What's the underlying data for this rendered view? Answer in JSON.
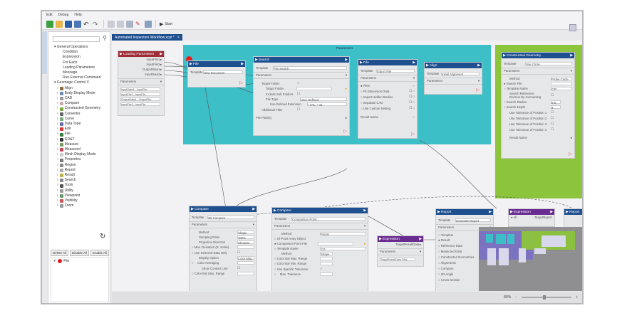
{
  "menu": [
    "Edit",
    "Debug",
    "Help"
  ],
  "toolbar": {
    "start_label": "Start"
  },
  "document_tab": {
    "title": "Automated Inspection Workflow.xcpt *",
    "close": "×"
  },
  "sidebar": {
    "search_placeholder": "",
    "groups": [
      {
        "label": "General Operations",
        "children": [
          "Condition",
          "Expression",
          "For Each",
          "Loading Parameters",
          "Message",
          "Run External Command"
        ]
      },
      {
        "label": "Geomagic Control X",
        "children": [
          "Align",
          "Body Display Mode",
          "CAD",
          "Compare",
          "Constructed Geometry",
          "Converter",
          "Curve",
          "Data Type",
          "Edit",
          "File",
          "GD&T",
          "Measure",
          "Measured",
          "Mesh Display Mode",
          "Properties",
          "Region",
          "Report",
          "Result",
          "Search",
          "Tools",
          "Utility",
          "Viewpoint",
          "Visibility",
          "Zoom"
        ]
      }
    ],
    "icon_colors": [
      "#8a6a3a",
      "#6a8ab8",
      "#999",
      "#caa",
      "#7aa83a",
      "#666",
      "#7a7",
      "#6a6aa8",
      "#d33",
      "#3a7a3a",
      "#333",
      "#7a9a5a",
      "#c45",
      "#ccc",
      "#777",
      "#888",
      "#aaa",
      "#b9b045",
      "#888",
      "#555",
      "#999",
      "#6a9a6a",
      "#c55",
      "#999"
    ]
  },
  "breakpoints": {
    "buttons": [
      "Delete All",
      "Disable All",
      "Enable All"
    ],
    "items": [
      {
        "label": "File"
      }
    ]
  },
  "nodes": {
    "loading": {
      "title": "Loading Parameters",
      "outputs": [
        "InputFile1",
        "InputFile2",
        "OutputData1",
        "InputData2"
      ],
      "section": "Parameters",
      "params": [
        "InputData1 : InputFile",
        "InputFile2 : InputFile",
        "OutputData1 : OutputFile",
        "InputFile3 : InputFile"
      ]
    },
    "teal_label": "Parameters",
    "file1": {
      "title": "File",
      "template_label": "Template",
      "template": "New Document"
    },
    "search": {
      "title": "Search",
      "template_label": "Template",
      "template": "File Search",
      "section": "Parameters",
      "rows": [
        "Target Folder",
        "Target Folder",
        "Include Sub Folders",
        "File Type",
        "Use Defined Extension",
        "Additional Filter",
        "File Path(s)"
      ],
      "file_type": "User Defined",
      "ext": "*.STL; *.stl"
    },
    "file2": {
      "title": "File",
      "template_label": "Template",
      "template": "Import File",
      "section": "Parameters",
      "rows": [
        "Files",
        "Fit Dimension Data",
        "Import Hidden Bodies",
        "Separate CAD",
        "Use Custom Setting",
        "Result Name"
      ]
    },
    "align": {
      "title": "Align",
      "template_label": "Template",
      "template": "Initial Alignment",
      "section": "Parameters"
    },
    "constructed": {
      "title": "Constructed Geometry",
      "template_label": "Template",
      "template": "Use Circle",
      "section": "Parameters",
      "rows": [
        "Method",
        "Search File",
        "Template Name",
        "Search Reference Division By Connecting",
        "Search Radius",
        "Search Depth",
        "Use Tolerance of Position 1",
        "Use Tolerance of Position 2",
        "Use Tolerance of Position 3",
        "Use Tolerance of Position 4",
        "Result Name"
      ],
      "method": "Probe Circle",
      "template_name": "CIR",
      "radius": "0.8",
      "depth": "3"
    },
    "compare1": {
      "title": "Compare",
      "template_label": "Template",
      "template": "3D Compare",
      "section": "Parameters",
      "rows": [
        "Method",
        "Sampling Ratio",
        "Projection Direction",
        "Max. Deviation (E. Scale)",
        "Use Selected Data Only",
        "Display Option",
        "Color Averaging",
        "Show Contour Line",
        "Color Bar Max. Range"
      ],
      "method": "Shape",
      "ratio": "100%",
      "direction": "Shortest",
      "display": "Color Map"
    },
    "compare2": {
      "title": "Compare",
      "template_label": "Template",
      "template": "Comparison Point",
      "section": "Parameters",
      "rows": [
        "Method",
        "Of Point Array Object",
        "Comparison Point File",
        "Template Name",
        "Method",
        "Color Bar Max. Range",
        "Color Bar Min. Range",
        "Use Specific Tolerance",
        "Max. Tolerance"
      ],
      "method": "Points",
      "template_name": "CO",
      "method2": "Shape"
    },
    "expression1": {
      "title": "Expression",
      "output": "TargetResultData",
      "section": "Parameters",
      "param": "TargetResult(Data File)"
    },
    "report": {
      "title": "Report",
      "template_label": "Template",
      "template": "Generate Report",
      "section": "Parameters",
      "rows": [
        "Template",
        "Result",
        "Reference Data",
        "Measured Data",
        "Constructed Geometries",
        "Alignments",
        "Compare",
        "2D Angle",
        "Cross Section"
      ]
    },
    "expression2": {
      "title": "Expression",
      "rows": [
        "All",
        "TargetReport"
      ]
    },
    "report2": {
      "title": "Report"
    }
  },
  "statusbar": {
    "zoom": "80%"
  }
}
